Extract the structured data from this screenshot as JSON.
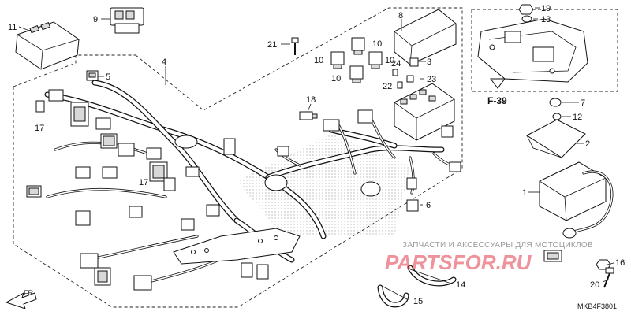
{
  "diagram": {
    "code": "MKB4F3801",
    "ref_arrow": "F-39",
    "front_label": "FR.",
    "watermark_line": "ЗАПЧАСТИ И АКСЕССУАРЫ ДЛЯ МОТОЦИКЛОВ",
    "watermark_brand": "PARTSFOR.RU",
    "callouts": [
      {
        "id": "c1",
        "label": "1"
      },
      {
        "id": "c2",
        "label": "2"
      },
      {
        "id": "c3",
        "label": "3"
      },
      {
        "id": "c4",
        "label": "4"
      },
      {
        "id": "c5",
        "label": "5"
      },
      {
        "id": "c6",
        "label": "6"
      },
      {
        "id": "c7",
        "label": "7"
      },
      {
        "id": "c8",
        "label": "8"
      },
      {
        "id": "c9",
        "label": "9"
      },
      {
        "id": "c10a",
        "label": "10"
      },
      {
        "id": "c10b",
        "label": "10"
      },
      {
        "id": "c10c",
        "label": "10"
      },
      {
        "id": "c10d",
        "label": "10"
      },
      {
        "id": "c11",
        "label": "11"
      },
      {
        "id": "c12",
        "label": "12"
      },
      {
        "id": "c13",
        "label": "13"
      },
      {
        "id": "c14",
        "label": "14"
      },
      {
        "id": "c15",
        "label": "15"
      },
      {
        "id": "c16",
        "label": "16"
      },
      {
        "id": "c17a",
        "label": "17"
      },
      {
        "id": "c17b",
        "label": "17"
      },
      {
        "id": "c18",
        "label": "18"
      },
      {
        "id": "c19",
        "label": "19"
      },
      {
        "id": "c20",
        "label": "20"
      },
      {
        "id": "c21",
        "label": "21"
      },
      {
        "id": "c22",
        "label": "22"
      },
      {
        "id": "c23",
        "label": "23"
      },
      {
        "id": "c24",
        "label": "24"
      }
    ]
  }
}
